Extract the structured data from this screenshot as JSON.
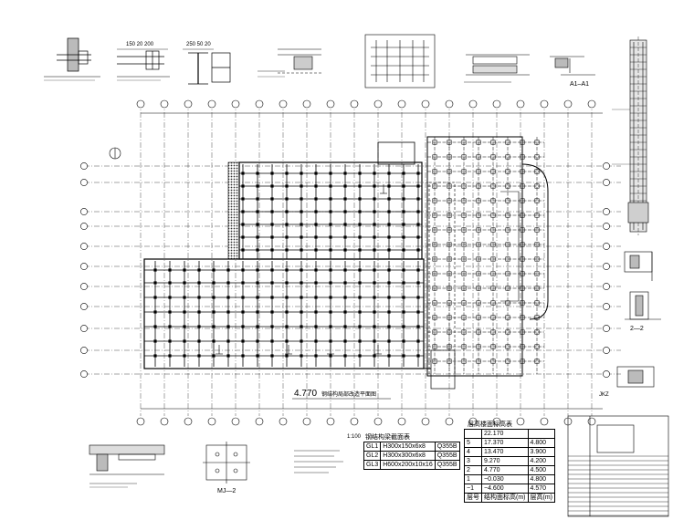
{
  "plan": {
    "title_elev": "4.770",
    "title_text": "钢结构局部改造平面图",
    "scale_note": "1:100"
  },
  "details": {
    "a1_label": "A1–A1",
    "two_label": "2—2",
    "mj2_label": "MJ—2",
    "top_dims_1": "150 20 200",
    "top_dims_2": "250 50 20",
    "jkz_label": "JKZ"
  },
  "beam_table": {
    "caption": "钢结构梁截面表",
    "rows": [
      {
        "code": "GL1",
        "section": "H300x150x6x8",
        "grade": "Q355B"
      },
      {
        "code": "GL2",
        "section": "H300x300x6x8",
        "grade": "Q355B"
      },
      {
        "code": "GL3",
        "section": "H600x200x10x16",
        "grade": "Q355B"
      }
    ]
  },
  "floor_table": {
    "caption": "层高楼面标高表",
    "roof": {
      "elev": "22.170",
      "height": ""
    },
    "rows": [
      {
        "floor": "5",
        "elev": "17.370",
        "height": "4.800"
      },
      {
        "floor": "4",
        "elev": "13.470",
        "height": "3.900"
      },
      {
        "floor": "3",
        "elev": "9.270",
        "height": "4.200"
      },
      {
        "floor": "2",
        "elev": "4.770",
        "height": "4.500"
      },
      {
        "floor": "1",
        "elev": "−0.030",
        "height": "4.800"
      },
      {
        "floor": "−1",
        "elev": "−4.600",
        "height": "4.570"
      }
    ],
    "footer": {
      "floor": "层号",
      "elev": "结构面标高(m)",
      "height": "层高(m)"
    }
  },
  "colors": {
    "line": "#000000",
    "paper": "#ffffff"
  }
}
